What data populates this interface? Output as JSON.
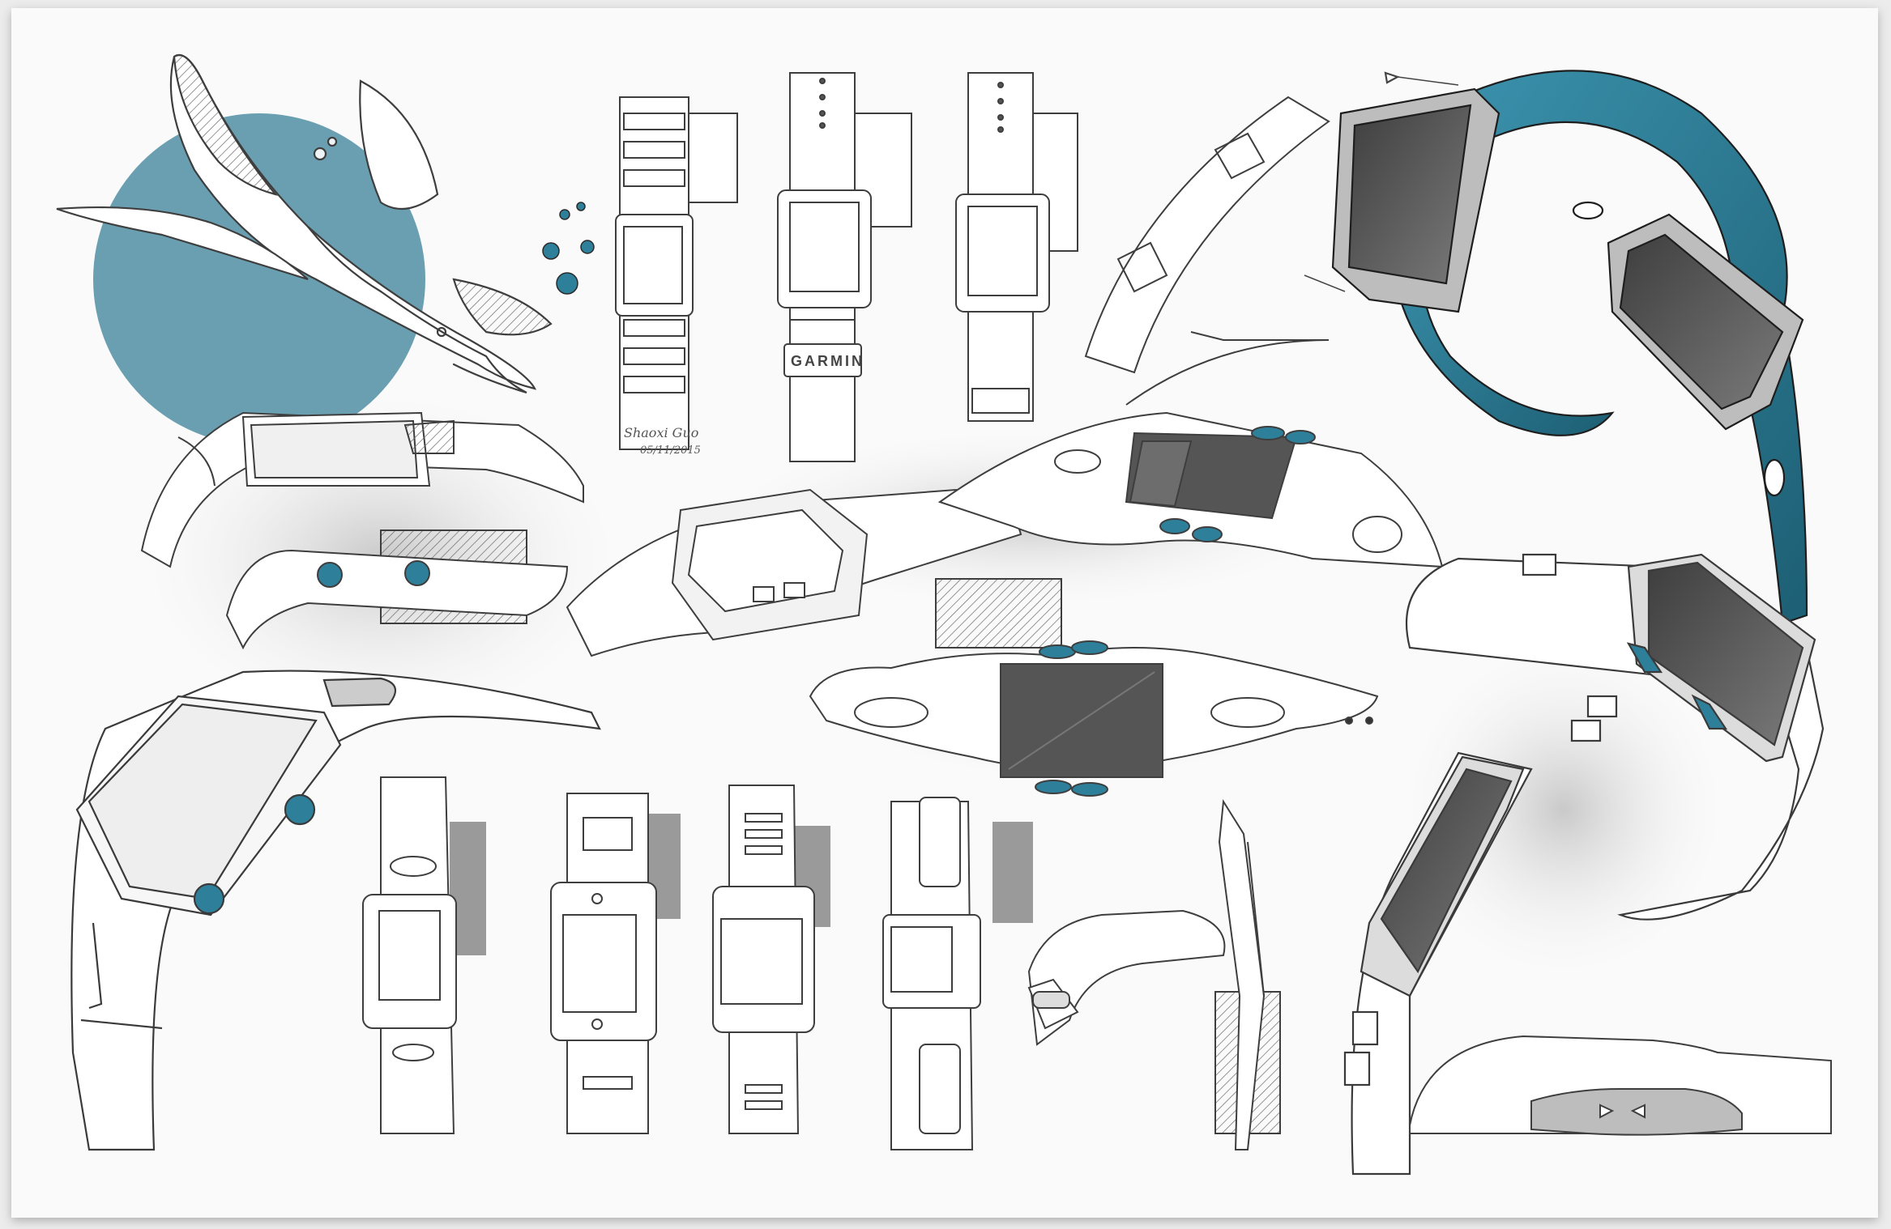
{
  "artwork": {
    "strap_label": "GARMIN",
    "signature": "Shaoxi Guo",
    "signature_date": "05/11/2015",
    "colors": {
      "paper": "#fafafa",
      "frame_shadow": "#d8d8d8",
      "accent_teal": "#2e7f9a",
      "accent_teal_light": "#6da3b5",
      "accent_teal_dark": "#1f5f74",
      "line": "#4a4a4a",
      "screen_dark": "#555555",
      "screen_mid": "#7d7d7d",
      "hatch_gray": "#9a9a9a",
      "shadow_gray": "#cfcfcf"
    }
  }
}
